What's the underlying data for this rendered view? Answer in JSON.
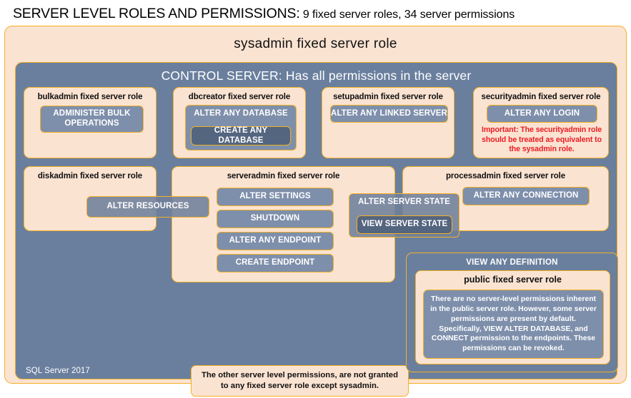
{
  "title": {
    "main": "SERVER LEVEL ROLES AND PERMISSIONS:",
    "sub": " 9 fixed server roles, 34 server permissions"
  },
  "colors": {
    "peach_fill": "#fbe3d2",
    "gold_border": "#f2b024",
    "slate_fill": "#6a7f9e",
    "chip_fill": "#7e8fab",
    "chip_dark_fill": "#54657f",
    "warning_red": "#ec1c24",
    "text_white": "#ffffff",
    "text_black": "#111111"
  },
  "sysadmin": {
    "label": "sysadmin  fixed  server  role"
  },
  "control_server": {
    "label": "CONTROL SERVER: Has all permissions in the server"
  },
  "roles": [
    {
      "id": "bulkadmin",
      "title": "bulkadmin  fixed server role",
      "permissions": [
        "ADMINISTER  BULK OPERATIONS"
      ]
    },
    {
      "id": "dbcreator",
      "title": "dbcreator fixed server role",
      "permissions": [
        "ALTER ANY DATABASE",
        "CREATE  ANY DATABASE"
      ]
    },
    {
      "id": "setupadmin",
      "title": "setupadmin fixed server role",
      "permissions": [
        "ALTER ANY LINKED SERVER"
      ]
    },
    {
      "id": "securityadmin",
      "title": "securityadmin  fixed server role",
      "permissions": [
        "ALTER ANY LOGIN"
      ],
      "note": "Important:  The securityadmin role should  be treated as equivalent to the  sysadmin role."
    },
    {
      "id": "diskadmin",
      "title": "diskadmin  fixed server role",
      "permissions": [
        "ALTER RESOURCES"
      ]
    },
    {
      "id": "serveradmin",
      "title": "serveradmin fixed server role",
      "permissions": [
        "ALTER SETTINGS",
        "SHUTDOWN",
        "ALTER ANY ENDPOINT",
        "CREATE  ENDPOINT",
        "ALTER SERVER  STATE",
        "VIEW SERVER  STATE"
      ]
    },
    {
      "id": "processadmin",
      "title": "processadmin fixed server role",
      "permissions": [
        "ALTER ANY CONNECTION"
      ]
    },
    {
      "id": "public",
      "title": "public  fixed server role",
      "permissions": [
        "VIEW ANY DEFINITION"
      ],
      "note": "There are no server-level permissions inherent in the public server role. However, some server permissions are present by default. Specifically, VIEW ALTER DATABASE, and CONNECT permission to the endpoints. These permissions can be revoked."
    }
  ],
  "permissions": {
    "administer_bulk_operations": "ADMINISTER  BULK OPERATIONS",
    "alter_any_database": "ALTER ANY DATABASE",
    "create_any_database": "CREATE  ANY DATABASE",
    "alter_any_linked_server": "ALTER ANY LINKED SERVER",
    "alter_any_login": "ALTER ANY LOGIN",
    "alter_resources": "ALTER RESOURCES",
    "alter_settings": "ALTER SETTINGS",
    "shutdown": "SHUTDOWN",
    "alter_any_endpoint": "ALTER ANY ENDPOINT",
    "create_endpoint": "CREATE  ENDPOINT",
    "alter_server_state": "ALTER SERVER  STATE",
    "view_server_state": "VIEW SERVER  STATE",
    "alter_any_connection": "ALTER ANY CONNECTION",
    "view_any_definition": "VIEW ANY DEFINITION"
  },
  "notes": {
    "securityadmin_warning": "Important:  The securityadmin role should  be treated as equivalent to the  sysadmin role.",
    "other_permissions": "The other server level permissions,  are not granted to any fixed server role except sysadmin.",
    "public_role_body": "There are no server-level permissions inherent in the public server role. However, some server permissions are present by default. Specifically, VIEW ALTER DATABASE, and CONNECT permission to the endpoints. These permissions can be revoked."
  },
  "footer": {
    "label": "SQL Server 2017"
  }
}
